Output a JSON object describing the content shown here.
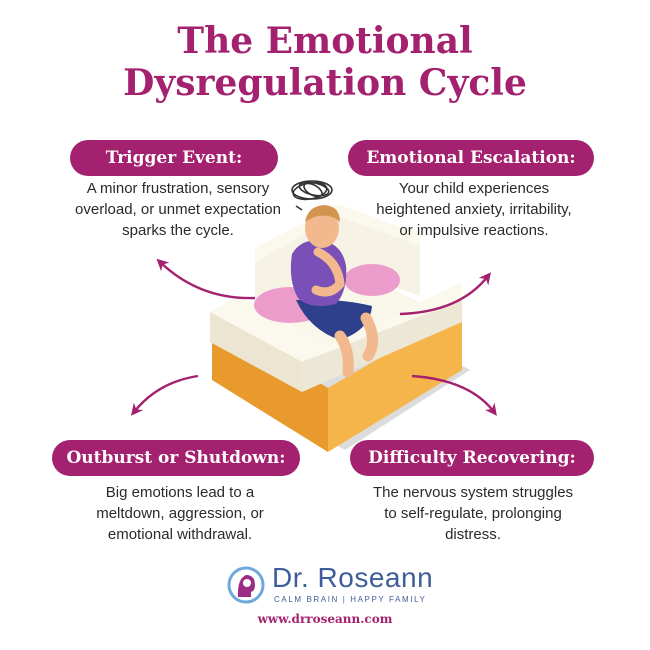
{
  "title": {
    "line1": "The Emotional",
    "line2": "Dysregulation Cycle"
  },
  "stages": [
    {
      "heading": "Trigger Event:",
      "text": "A minor frustration, sensory overload, or unmet expectation sparks the cycle."
    },
    {
      "heading": "Emotional Escalation:",
      "text": "Your child experiences heightened anxiety, irritability, or impulsive reactions."
    },
    {
      "heading": "Outburst or Shutdown:",
      "text": "Big emotions lead to a meltdown, aggression, or emotional withdrawal."
    },
    {
      "heading": "Difficulty Recovering:",
      "text": "The nervous system struggles to self-regulate, prolonging distress."
    }
  ],
  "brand": {
    "name": "Dr. Roseann",
    "tagline": "CALM BRAIN | HAPPY FAMILY",
    "url": "www.drroseann.com"
  },
  "colors": {
    "accent": "#a3216e",
    "brand_blue": "#3e5d9b",
    "text": "#2a2a2a"
  }
}
